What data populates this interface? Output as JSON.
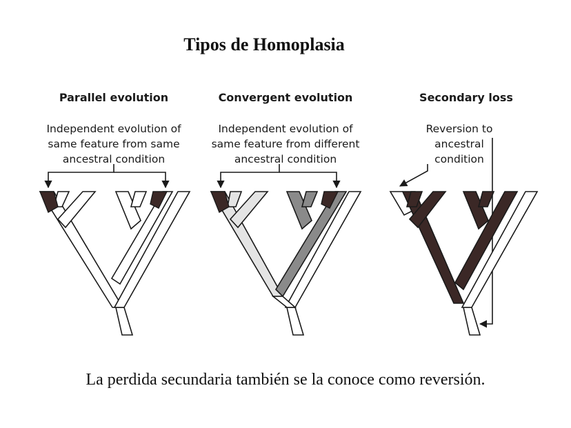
{
  "title": "Tipos de Homoplasia",
  "caption": "La perdida secundaria también se la conoce como reversión.",
  "panels": [
    {
      "heading": "Parallel evolution",
      "description": [
        "Independent evolution of",
        "same feature from same",
        "ancestral condition"
      ]
    },
    {
      "heading": "Convergent evolution",
      "description": [
        "Independent evolution of",
        "same feature from different",
        "ancestral condition"
      ]
    },
    {
      "heading": "Secondary loss",
      "description": [
        "Reversion to",
        "ancestral",
        "condition"
      ]
    }
  ],
  "colors": {
    "derived": "#3b2826",
    "ancestral": "#ffffff",
    "convergent_light": "#e4e4e4",
    "convergent_dark": "#8a8a8a",
    "outline": "#1a1a1a"
  }
}
